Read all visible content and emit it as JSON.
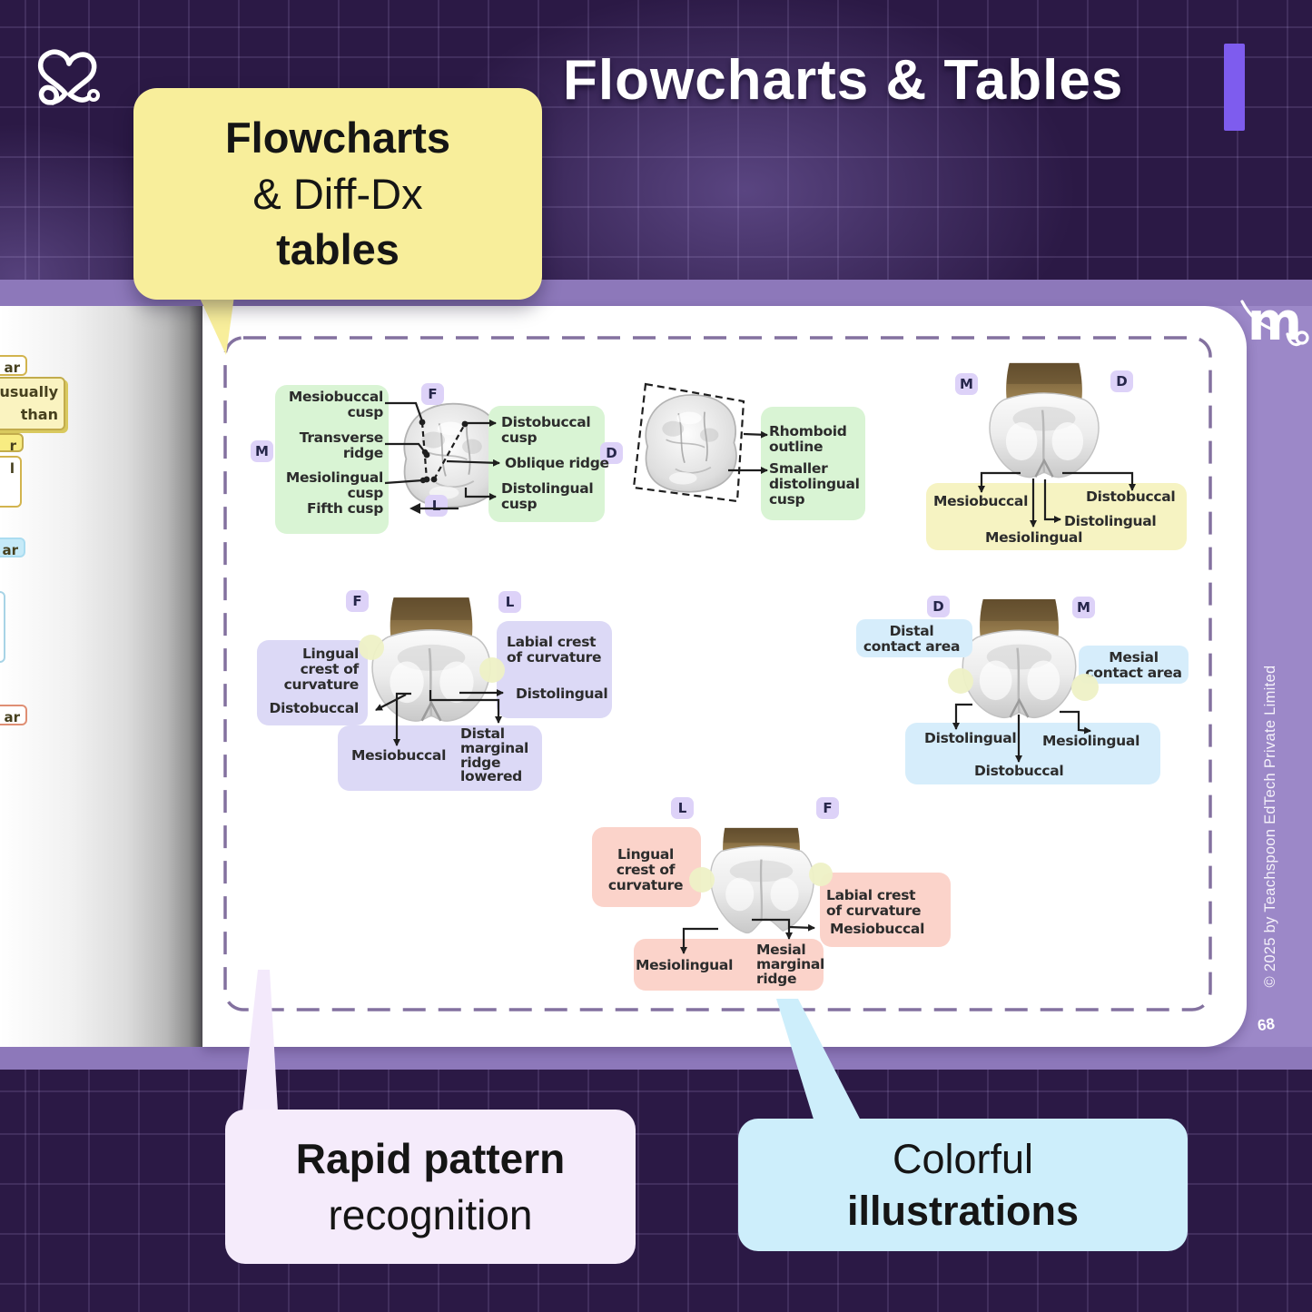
{
  "header": {
    "title": "Flowcharts & Tables"
  },
  "top_callout": {
    "line1": "Flowcharts",
    "line2": "& Diff-Dx",
    "line3": "tables"
  },
  "bottom_callouts": {
    "left_line1": "Rapid pattern",
    "left_line2": "recognition",
    "right_line1": "Colorful",
    "right_line2": "illustrations"
  },
  "page": {
    "number": "68",
    "copyright": "© 2025 by Teachspoon EdTech Private Limited"
  },
  "left_page_fragments": [
    "ar",
    "usually\nthan",
    "r",
    "l",
    "ar",
    "ar"
  ],
  "icons": {
    "brand_heart": "heart-stethoscope-icon",
    "brand_m": "m-stethoscope-logo"
  },
  "diagrams": {
    "occlusal_molar": {
      "badge_top": "F",
      "badge_left": "M",
      "badge_bottom": "L",
      "badge_right": "D",
      "mesiobuccal_cusp": "Mesiobuccal\ncusp",
      "transverse_ridge": "Transverse\nridge",
      "mesiolingual_cusp": "Mesiolingual\ncusp",
      "fifth_cusp": "Fifth cusp",
      "distobuccal_cusp": "Distobuccal\ncusp",
      "oblique_ridge": "Oblique ridge",
      "distolingual_cusp": "Distolingual\ncusp"
    },
    "rhomboid_molar": {
      "rhomboid_outline": "Rhomboid\noutline",
      "smaller_distolingual_cusp": "Smaller\ndistolingual\ncusp"
    },
    "buccal_view": {
      "badge_left": "M",
      "badge_right": "D",
      "mesiobuccal": "Mesiobuccal",
      "distobuccal": "Distobuccal",
      "distolingual": "Distolingual",
      "mesiolingual": "Mesiolingual"
    },
    "mesial_view": {
      "badge_left": "F",
      "badge_right": "L",
      "lingual_crest": "Lingual\ncrest of\ncurvature",
      "distobuccal": "Distobuccal",
      "labial_crest": "Labial crest\nof curvature",
      "distolingual": "Distolingual",
      "mesiobuccal": "Mesiobuccal",
      "distal_marginal_ridge": "Distal\nmarginal\nridge\nlowered"
    },
    "contact_view": {
      "badge_left": "D",
      "badge_right": "M",
      "distal_contact": "Distal\ncontact area",
      "mesial_contact": "Mesial\ncontact area",
      "distolingual": "Distolingual",
      "mesiolingual": "Mesiolingual",
      "distobuccal": "Distobuccal"
    },
    "distal_view": {
      "badge_left": "L",
      "badge_right": "F",
      "lingual_crest": "Lingual\ncrest of\ncurvature",
      "labial_crest": "Labial crest\nof curvature",
      "mesiobuccal": "Mesiobuccal",
      "mesiolingual": "Mesiolingual",
      "mesial_marginal_ridge": "Mesial\nmarginal\nridge"
    }
  },
  "colors": {
    "header_bg": "#2b1945",
    "band": "#8d78ba",
    "strip": "#9c88c8",
    "accent_bar": "#7e5cee",
    "callout_yellow": "#f8ee9b",
    "callout_lavender": "#f5ebfb",
    "callout_blue": "#cdeefb",
    "green_box": "#d9f4d4",
    "yellow_box": "#f6f3c2",
    "lavender_box": "#dcd9f6",
    "blue_box": "#d6edfb",
    "pink_box": "#fbd3ca",
    "badge_bg": "#ddd2f8"
  }
}
